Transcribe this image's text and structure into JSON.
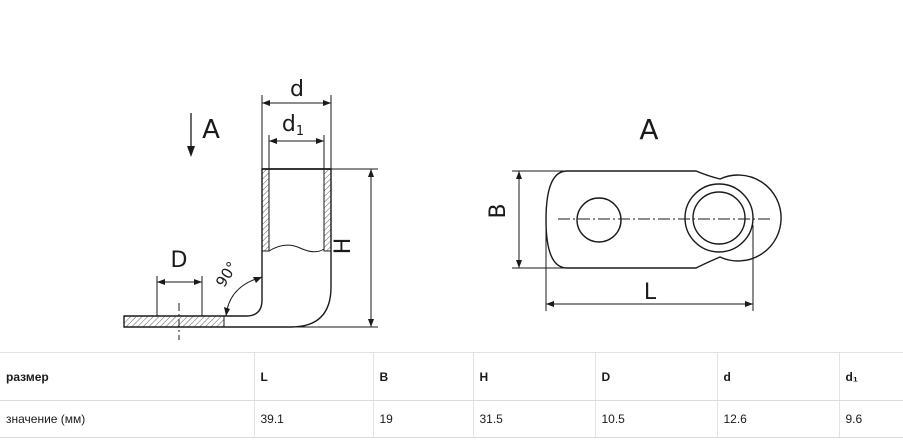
{
  "drawing": {
    "label_d": "d",
    "label_d1": "d",
    "label_d1_sub": "1",
    "label_arrow_A": "A",
    "label_D": "D",
    "label_angle": "90°",
    "label_H": "H",
    "label_view_A": "A",
    "label_B": "B",
    "label_L": "L"
  },
  "table": {
    "header": {
      "label": "размер",
      "cols": [
        "L",
        "B",
        "H",
        "D",
        "d",
        "d₁"
      ]
    },
    "values": {
      "label": "значение (мм)",
      "cols": [
        "39.1",
        "19",
        "31.5",
        "10.5",
        "12.6",
        "9.6"
      ]
    }
  }
}
